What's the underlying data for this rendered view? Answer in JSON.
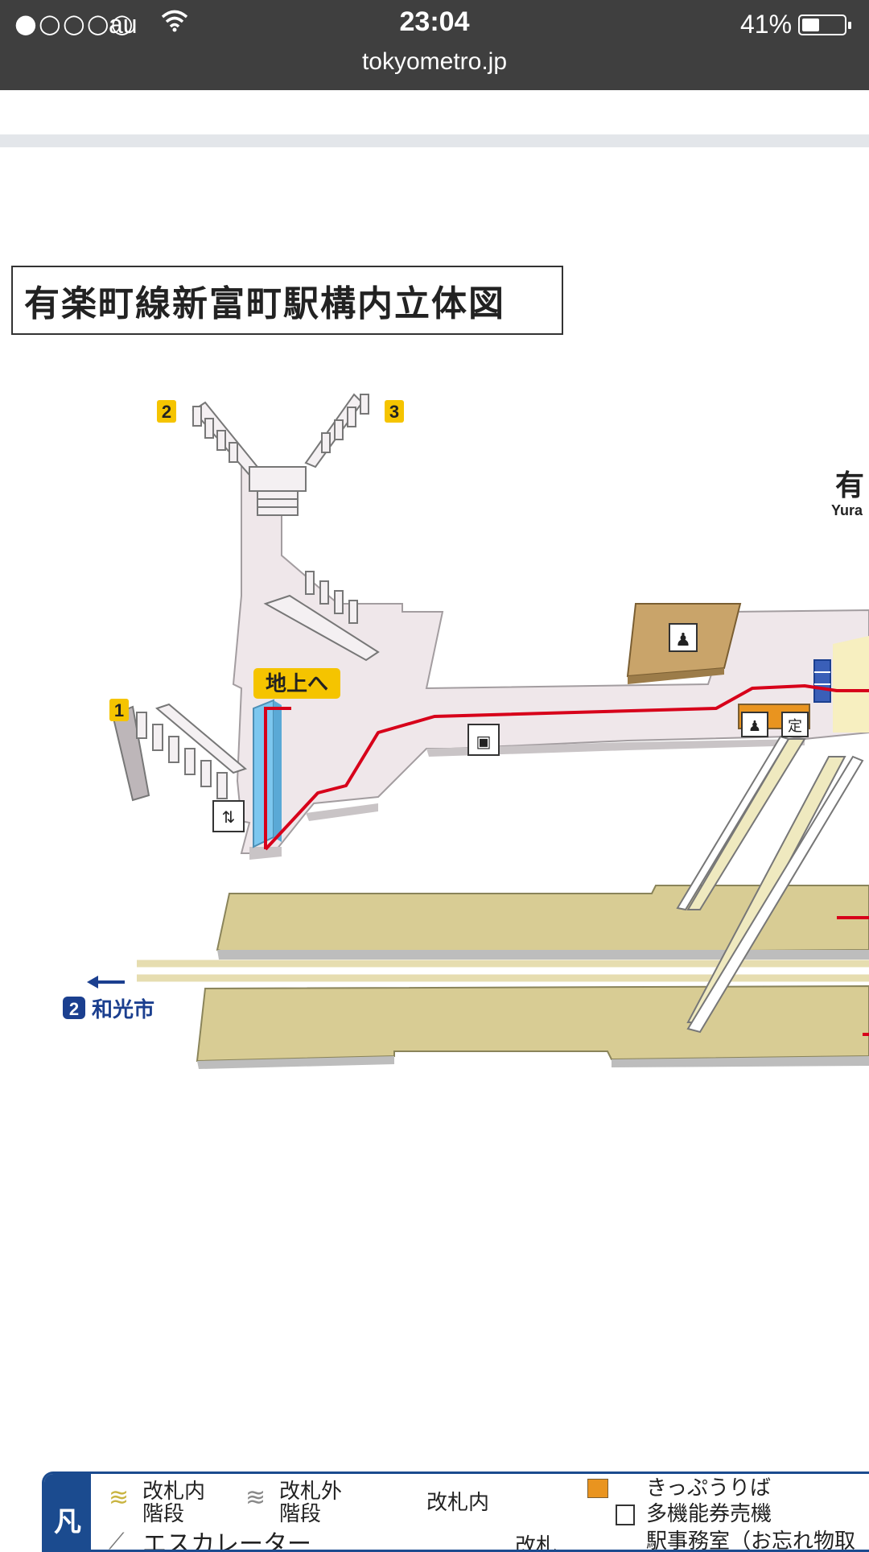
{
  "status_bar": {
    "signal": "●○○○○",
    "carrier": "au",
    "time": "23:04",
    "url": "tokyometro.jp",
    "battery_percent": "41%",
    "battery_level": 0.41
  },
  "map": {
    "title": "有楽町線新富町駅構内立体図",
    "exits": [
      "1",
      "2",
      "3"
    ],
    "to_ground_label": "地上へ",
    "direction_label": "和光市",
    "line_number": "2",
    "right_station_label": "有",
    "right_station_label_en": "Yura"
  },
  "legend": {
    "head": "凡",
    "inside_gate_stairs": "改札内\n階段",
    "outside_gate_stairs": "改札外\n階段",
    "inside_gate": "改札内",
    "gate": "改札",
    "escalator": "エスカレーター",
    "ticket_area": "きっぷうりば",
    "multi_ticket_machine": "多機能券売機",
    "station_office": "駅事務室（お忘れ物取扱"
  },
  "colors": {
    "status_bar": "#3f3f3f",
    "route_red": "#d7001a",
    "exit_yellow": "#f5c400",
    "line_blue": "#1b3f8f",
    "concourse": "#efe7ea",
    "platform": "#d8cc94",
    "elevator_blue": "#7dc7ef"
  }
}
